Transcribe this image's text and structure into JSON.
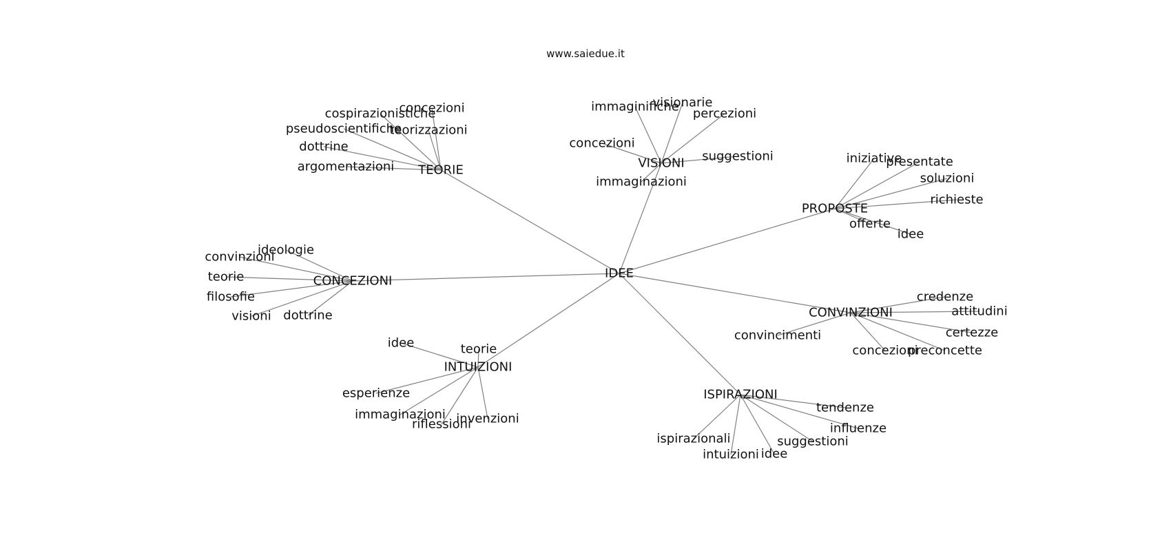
{
  "source_label": "www.saiedue.it",
  "graph": {
    "root": "IDEE",
    "groups": [
      {
        "label": "TEORIE",
        "children": [
          "concezioni",
          "cospirazionistiche",
          "teorizzazioni",
          "pseudoscientifiche",
          "dottrine",
          "argomentazioni"
        ]
      },
      {
        "label": "VISIONI",
        "children": [
          "visionarie",
          "immaginifiche",
          "percezioni",
          "concezioni",
          "suggestioni",
          "immaginazioni"
        ]
      },
      {
        "label": "PROPOSTE",
        "children": [
          "iniziative",
          "presentate",
          "soluzioni",
          "richieste",
          "offerte",
          "idee"
        ]
      },
      {
        "label": "CONCEZIONI",
        "children": [
          "ideologie",
          "convinzioni",
          "teorie",
          "filosofie",
          "visioni",
          "dottrine"
        ]
      },
      {
        "label": "CONVINZIONI",
        "children": [
          "credenze",
          "attitudini",
          "certezze",
          "convincimenti",
          "concezioni",
          "preconcette"
        ]
      },
      {
        "label": "INTUIZIONI",
        "children": [
          "idee",
          "teorie",
          "esperienze",
          "immaginazioni",
          "riflessioni",
          "invenzioni"
        ]
      },
      {
        "label": "ISPIRAZIONI",
        "children": [
          "tendenze",
          "influenze",
          "suggestioni",
          "ispirazionali",
          "intuizioni",
          "idee"
        ]
      }
    ]
  }
}
